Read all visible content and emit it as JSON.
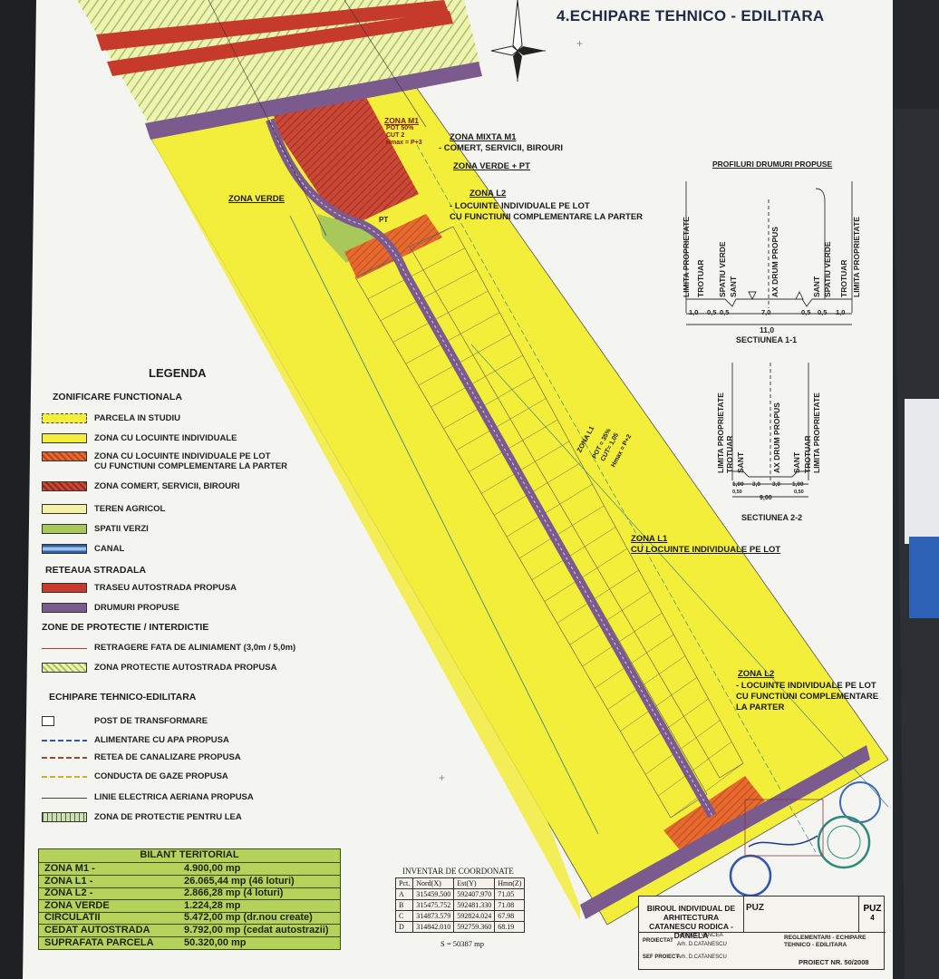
{
  "title": "4.ECHIPARE TEHNICO - EDILITARA",
  "map_labels": {
    "zona_m1": "ZONA M1",
    "zona_m1_pot": "POT 50%",
    "zona_m1_cut": "CUT 2",
    "zona_m1_hmax": "Hmax = P+3",
    "zona_mixta": "ZONA MIXTA M1",
    "zona_mixta_desc": "- COMERT, SERVICII, BIROURI",
    "zona_verde_pt": "ZONA VERDE + PT",
    "zona_l2_top": "ZONA L2",
    "zona_l2_top_desc1": "- LOCUINTE INDIVIDUALE PE LOT",
    "zona_l2_top_desc2": "CU FUNCTIUNI COMPLEMENTARE LA PARTER",
    "zona_verde": "ZONA VERDE",
    "zona_l1": "ZONA L1",
    "zona_l1_desc": "CU LOCUINTE INDIVIDUALE PE LOT",
    "zona_l1_pot": "POT = 35%",
    "zona_l1_cut": "CUT= 1,05",
    "zona_l1_hmax": "Hmax = P+2",
    "zona_l2_bottom": "ZONA L2",
    "zona_l2_bottom_desc1": "- LOCUINTE INDIVIDUALE PE LOT",
    "zona_l2_bottom_desc2": "CU FUNCTIUNI COMPLEMENTARE",
    "zona_l2_bottom_desc3": "LA PARTER",
    "pt": "PT"
  },
  "profile": {
    "title": "PROFILURI DRUMURI PROPUSE",
    "labels_1": [
      "LIMITA PROPRIETATE",
      "TROTUAR",
      "SPATIU VERDE",
      "SANT",
      "AX DRUM PROPUS",
      "SANT",
      "SPATIU VERDE",
      "TROTUAR",
      "LIMITA PROPRIETATE"
    ],
    "dims_1": [
      "1,0",
      "0,5",
      "0,5",
      "7,0",
      "0,5",
      "0,5",
      "1,0"
    ],
    "total_1": "11,0",
    "section_1": "SECTIUNEA 1-1",
    "labels_2": [
      "LIMITA PROPRIETATE",
      "TROTUAR",
      "SANT",
      "AX DRUM PROPUS",
      "SANT",
      "TROTUAR",
      "LIMITA PROPRIETATE"
    ],
    "dims_2": [
      "1,00",
      "3,0",
      "3,0",
      "1,00"
    ],
    "dims_2_small": [
      "0,50",
      "0,50"
    ],
    "total_2": "9,00",
    "section_2": "SECTIUNEA 2-2"
  },
  "legend": {
    "title": "LEGENDA",
    "groups": [
      {
        "head": "ZONIFICARE FUNCTIONALA",
        "items": [
          {
            "label": "PARCELA IN STUDIU",
            "swatch": "parcela"
          },
          {
            "label": "ZONA CU LOCUINTE INDIVIDUALE",
            "swatch": "yellow"
          },
          {
            "label": "ZONA CU LOCUINTE INDIVIDUALE PE LOT",
            "label2": "CU FUNCTIUNI COMPLEMENTARE LA PARTER",
            "swatch": "orange-hatch"
          },
          {
            "label": "ZONA COMERT, SERVICII, BIROURI",
            "swatch": "red-hatch"
          },
          {
            "label": "TEREN AGRICOL",
            "swatch": "lightyellow"
          },
          {
            "label": "SPATII VERZI",
            "swatch": "green"
          },
          {
            "label": "CANAL",
            "swatch": "canal"
          }
        ]
      },
      {
        "head": "RETEAUA STRADALA",
        "items": [
          {
            "label": "TRASEU AUTOSTRADA PROPUSA",
            "swatch": "red"
          },
          {
            "label": "DRUMURI PROPUSE",
            "swatch": "purple"
          }
        ]
      },
      {
        "head": "ZONE DE PROTECTIE / INTERDICTIE",
        "items": [
          {
            "label": "RETRAGERE FATA DE ALINIAMENT (3,0m / 5,0m)",
            "swatch": "line-red"
          },
          {
            "label": "ZONA PROTECTIE AUTOSTRADA PROPUSA",
            "swatch": "green-hatch"
          }
        ]
      },
      {
        "head": "ECHIPARE TEHNICO-EDILITARA",
        "items": [
          {
            "label": "POST DE TRANSFORMARE",
            "swatch": "pt"
          },
          {
            "label": "ALIMENTARE CU APA PROPUSA",
            "swatch": "line-blue"
          },
          {
            "label": "RETEA DE CANALIZARE PROPUSA",
            "swatch": "line-brown"
          },
          {
            "label": "CONDUCTA DE GAZE PROPUSA",
            "swatch": "line-yellow"
          },
          {
            "label": "LINIE ELECTRICA AERIANA PROPUSA",
            "swatch": "line-dark"
          },
          {
            "label": "ZONA DE PROTECTIE PENTRU LEA",
            "swatch": "grid"
          }
        ]
      }
    ]
  },
  "bilant": {
    "title": "BILANT TERITORIAL",
    "rows": [
      {
        "k": "ZONA M1 -",
        "v": "4.900,00 mp"
      },
      {
        "k": "ZONA L1 -",
        "v": "26.065,44 mp (46 loturi)"
      },
      {
        "k": "ZONA L2 -",
        "v": "2.866,28 mp (4 loturi)"
      },
      {
        "k": "ZONA VERDE",
        "v": "1.224,28 mp"
      },
      {
        "k": "CIRCULATII",
        "v": "5.472,00 mp (dr.nou create)"
      },
      {
        "k": "CEDAT AUTOSTRADA",
        "v": "9.792,00 mp (cedat autostrazii)"
      },
      {
        "k": "SUPRAFATA PARCELA",
        "v": "50.320,00 mp"
      }
    ]
  },
  "inventar": {
    "title": "INVENTAR DE COORDONATE",
    "headers": [
      "Pct.",
      "Nord(X)",
      "Est(Y)",
      "Hmn(Z)"
    ],
    "rows": [
      [
        "A",
        "315459.500",
        "592407.970",
        "71.05"
      ],
      [
        "B",
        "315475.752",
        "592481.330",
        "71.08"
      ],
      [
        "C",
        "314873.579",
        "592824.024",
        "67.98"
      ],
      [
        "D",
        "314842.010",
        "592759.360",
        "68.19"
      ]
    ],
    "total": "S = 50387 mp"
  },
  "cartus": {
    "firm1": "BIROUL INDIVIDUAL DE",
    "firm2": "ARHITECTURA",
    "firm3": "CATANESCU RODICA - DANIELA",
    "puz": "PUZ",
    "project": "PROIECT NR. 50/2008",
    "roles": [
      "Teh.pr. L. VANCEA",
      "Arh. D.CATANESCU",
      "Arh. D.CATANESCU"
    ],
    "role_heads": [
      "PROIECTAT",
      "SEF PROIECT"
    ],
    "plansa": "4",
    "plan_title": "REGLEMENTARI - ECHIPARE TEHNICO - EDILITARA"
  },
  "colors": {
    "sheet": "#f4f4f1",
    "yellow": "#f3ee3a",
    "red": "#c53a2b",
    "purple": "#7b5a8d",
    "green": "#a8c95a",
    "lightyellow": "#f7f2a8",
    "orange": "#e0642a"
  }
}
